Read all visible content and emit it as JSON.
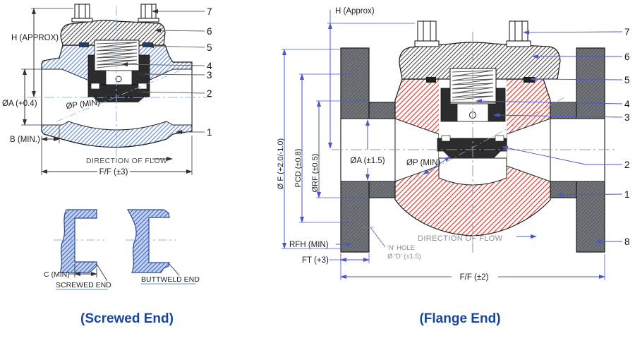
{
  "page": {
    "background": "#ffffff",
    "title": "Check valve cross-section drawings"
  },
  "captions": {
    "left": "(Screwed End)",
    "right": "(Flange End)"
  },
  "left": {
    "h": "H (APPROX)",
    "dia_a": "ØA (+0.4)",
    "b": "B (MIN.)",
    "dia_p": "ØP (MIN)",
    "flow": "DIRECTION OF FLOW",
    "ff": "F/F (±3)",
    "c": "C (MIN)",
    "screwed": "SCREWED END",
    "buttweld": "BUTTWELD END",
    "callouts": [
      "1",
      "2",
      "3",
      "4",
      "5",
      "6",
      "7"
    ]
  },
  "right": {
    "h": "H (Approx)",
    "dia_f": "Ø F (+2.0/-1.0)",
    "pcd": "PCD (±0.8)",
    "dia_rf": "ØRF (±0.5)",
    "dia_a": "ØA (±1.5)",
    "dia_p": "ØP (MIN)",
    "rfh": "RFH (MIN)",
    "ft": "FT (+3)",
    "n_hole_line1": "'N' HOLE",
    "n_hole_line2": "Ø 'D' (±1.5)",
    "flow": "DIRECTION OF FLOW",
    "ff": "F/F (±2)",
    "callouts": [
      "1",
      "2",
      "3",
      "4",
      "5",
      "6",
      "7",
      "8"
    ]
  },
  "colors": {
    "caption": "#15459d",
    "dim_left": "#333333",
    "dim_right": "#4a57c8",
    "hatch_blue": "#7d9ed9",
    "hatch_red": "#e0473c",
    "hatch_gray": "#4a4a4a",
    "flange_dark": "#62656a",
    "centerline_left": "#8fb4e8",
    "centerline_right": "#9a9a9a"
  }
}
